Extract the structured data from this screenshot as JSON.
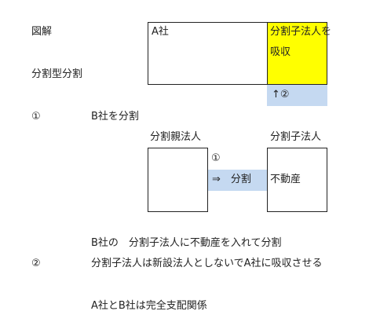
{
  "heading": "図解",
  "type_label": "分割型分割",
  "company_a": "A社",
  "merge_box": {
    "line1": "分割子法人を",
    "line2": "吸収"
  },
  "arrow_up": "↑②",
  "step1": {
    "num": "①",
    "text": "B社を分割"
  },
  "parent_label": "分割親法人",
  "child_label": "分割子法人",
  "arrow_num": "①",
  "arrow_text": "⇒　分割",
  "asset": "不動産",
  "note1": "B社の　分割子法人に不動産を入れて分割",
  "step2": {
    "num": "②",
    "text": "分割子法人は新設法人としないでA社に吸収させる"
  },
  "note2": "A社とB社は完全支配関係",
  "colors": {
    "yellow": "#ffff00",
    "blue": "#c5d9f1",
    "border": "#222222"
  }
}
